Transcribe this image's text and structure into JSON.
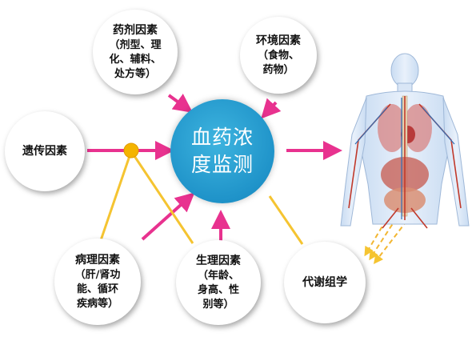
{
  "center": {
    "label": "血药浓\n度监测"
  },
  "factors": {
    "formulation": {
      "title": "药剂因素",
      "detail": "（剂型、理\n化、辅料、\n处方等）"
    },
    "environment": {
      "title": "环境因素",
      "detail": "（食物、\n药物）"
    },
    "genetic": {
      "title": "遗传因素"
    },
    "pathology": {
      "title": "病理因素",
      "detail": "（肝/肾功\n能、循环\n疾病等）"
    },
    "physiology": {
      "title": "生理因素",
      "detail": "（年龄、\n身高、性\n别等）"
    },
    "metabolomics": {
      "title": "代谢组学"
    }
  },
  "colors": {
    "center_fill": "#2a9fd6",
    "arrow_magenta": "#e8328f",
    "arrow_yellow": "#f5c431",
    "junction_dot": "#f4b400",
    "dashed_arrow": "#f2b632"
  },
  "icons": {
    "body": "human-anatomy-figure"
  }
}
